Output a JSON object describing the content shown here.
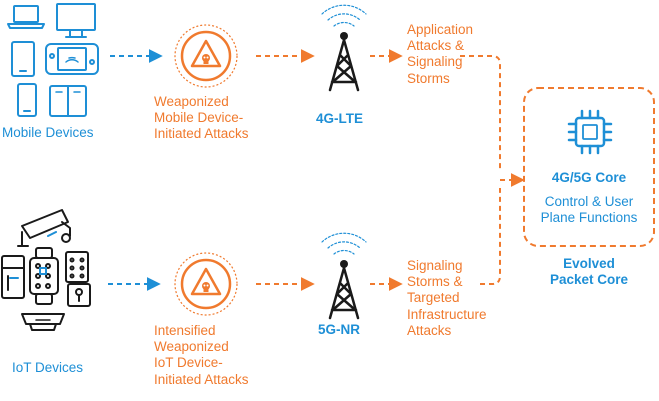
{
  "colors": {
    "blue": "#1e8fd6",
    "orange": "#f07a2e",
    "black": "#1a1a1a"
  },
  "top_row": {
    "devices_label": "Mobile Devices",
    "attack_label": [
      "Weaponized",
      "Mobile Device-",
      "Initiated Attacks"
    ],
    "network_label": "4G-LTE",
    "threat_label": [
      "Application",
      "Attacks &",
      "Signaling",
      "Storms"
    ]
  },
  "bottom_row": {
    "devices_label": "IoT Devices",
    "attack_label": [
      "Intensified",
      "Weaponized",
      "IoT Device-",
      "Initiated Attacks"
    ],
    "network_label": "5G-NR",
    "threat_label": [
      "Signaling",
      "Storms &",
      "Targeted",
      "Infrastructure",
      "Attacks"
    ]
  },
  "core": {
    "title": "4G/5G Core",
    "subtitle": [
      "Control & User",
      "Plane Functions"
    ],
    "caption": [
      "Evolved",
      "Packet Core"
    ]
  },
  "icons": [
    "laptop-icon",
    "monitor-icon",
    "tablet-icon",
    "game-console-icon",
    "phone-icon",
    "foldable-phone-icon",
    "security-camera-icon",
    "keypad-lock-icon",
    "smartwatch-icon",
    "appliance-icon",
    "door-lock-icon",
    "smoke-detector-icon",
    "skull-warning-icon",
    "cell-tower-icon",
    "chip-icon"
  ]
}
